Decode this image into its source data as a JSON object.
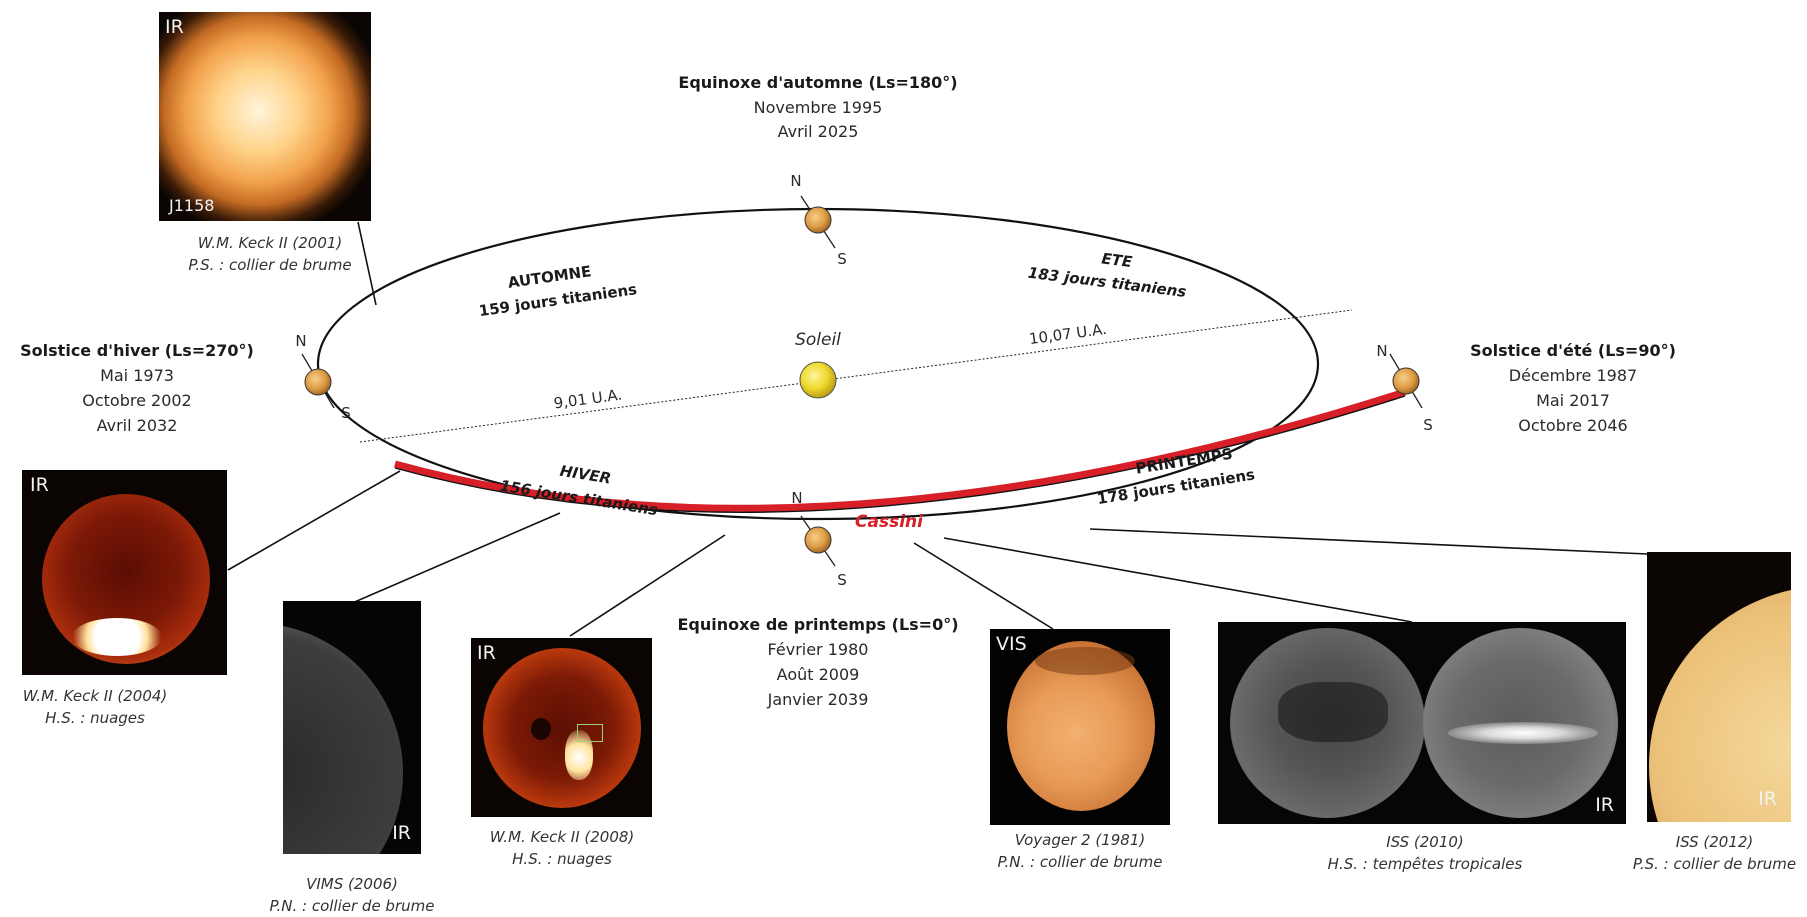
{
  "sun": {
    "label": "Soleil"
  },
  "distances": {
    "perihelion": "9,01 U.A.",
    "aphelion": "10,07 U.A."
  },
  "mission": {
    "label": "Cassini",
    "color": "#d61f26"
  },
  "orbit_color": "#111111",
  "planet_colors": {
    "titan": "#e0a24a",
    "sun": "#f2e02a"
  },
  "pole_labels": {
    "north": "N",
    "south": "S"
  },
  "events": {
    "autumn_equinox": {
      "title": "Equinoxe d'automne (Ls=180°)",
      "dates": [
        "Novembre 1995",
        "Avril 2025"
      ]
    },
    "winter_solstice": {
      "title": "Solstice d'hiver (Ls=270°)",
      "dates": [
        "Mai 1973",
        "Octobre 2002",
        "Avril 2032"
      ]
    },
    "summer_solstice": {
      "title": "Solstice d'été (Ls=90°)",
      "dates": [
        "Décembre 1987",
        "Mai 2017",
        "Octobre 2046"
      ]
    },
    "spring_equinox": {
      "title": "Equinoxe de printemps (Ls=0°)",
      "dates": [
        "Février 1980",
        "Août 2009",
        "Janvier 2039"
      ]
    }
  },
  "seasons": {
    "autumn": {
      "name": "AUTOMNE",
      "duration": "159 jours titaniens"
    },
    "summer": {
      "name": "ETE",
      "duration": "183 jours titaniens"
    },
    "winter": {
      "name": "HIVER",
      "duration": "156 jours titaniens"
    },
    "spring": {
      "name": "PRINTEMPS",
      "duration": "178 jours titaniens"
    }
  },
  "observations": [
    {
      "tag": "IR",
      "extra_tag": "J1158",
      "caption": [
        "W.M. Keck II (2001)",
        "P.S. : collier de brume"
      ]
    },
    {
      "tag": "IR",
      "caption": [
        "W.M. Keck II (2004)",
        "H.S. : nuages"
      ]
    },
    {
      "tag": "IR",
      "caption": [
        "VIMS (2006)",
        "P.N. : collier de brume"
      ]
    },
    {
      "tag": "IR",
      "caption": [
        "W.M. Keck II (2008)",
        "H.S. : nuages"
      ]
    },
    {
      "tag": "VIS",
      "caption": [
        "Voyager 2 (1981)",
        "P.N. : collier de brume"
      ]
    },
    {
      "tag": "IR",
      "caption": [
        "ISS (2010)",
        "H.S. : tempêtes tropicales"
      ]
    },
    {
      "tag": "IR",
      "caption": [
        "ISS (2012)",
        "P.S. : collier de brume"
      ]
    }
  ]
}
